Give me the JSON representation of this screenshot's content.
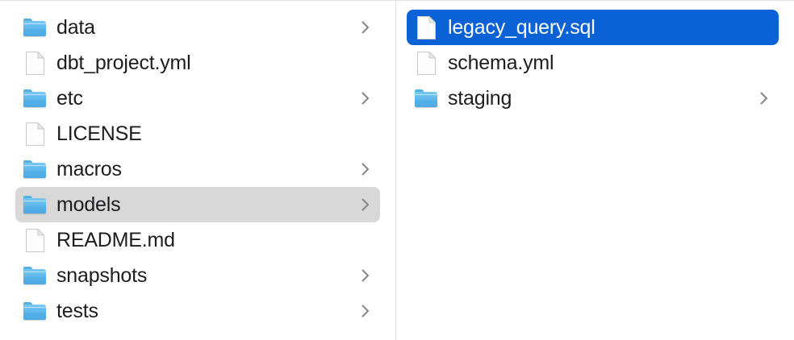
{
  "window": {
    "view": "column-view",
    "accent_selected_color": "#0b62d6",
    "inactive_selected_color": "#d8d8d8",
    "background_color": "#ffffff",
    "divider_color": "#e0e0e0",
    "text_color": "#1d1d1f",
    "selected_text_color": "#ffffff"
  },
  "columns": [
    {
      "name": "parent-column",
      "items": [
        {
          "label": "data",
          "kind": "folder",
          "has_chevron": true,
          "state": "normal"
        },
        {
          "label": "dbt_project.yml",
          "kind": "document",
          "has_chevron": false,
          "state": "normal"
        },
        {
          "label": "etc",
          "kind": "folder",
          "has_chevron": true,
          "state": "normal"
        },
        {
          "label": "LICENSE",
          "kind": "document",
          "has_chevron": false,
          "state": "normal"
        },
        {
          "label": "macros",
          "kind": "folder",
          "has_chevron": true,
          "state": "normal"
        },
        {
          "label": "models",
          "kind": "folder",
          "has_chevron": true,
          "state": "selected-inactive"
        },
        {
          "label": "README.md",
          "kind": "document",
          "has_chevron": false,
          "state": "normal"
        },
        {
          "label": "snapshots",
          "kind": "folder",
          "has_chevron": true,
          "state": "normal"
        },
        {
          "label": "tests",
          "kind": "folder",
          "has_chevron": true,
          "state": "normal"
        }
      ]
    },
    {
      "name": "child-column",
      "items": [
        {
          "label": "legacy_query.sql",
          "kind": "document",
          "has_chevron": false,
          "state": "selected-active"
        },
        {
          "label": "schema.yml",
          "kind": "document",
          "has_chevron": false,
          "state": "normal"
        },
        {
          "label": "staging",
          "kind": "folder",
          "has_chevron": true,
          "state": "normal"
        }
      ]
    }
  ],
  "icons": {
    "folder": "folder-icon",
    "document": "document-icon",
    "chevron": "chevron-right-icon"
  }
}
